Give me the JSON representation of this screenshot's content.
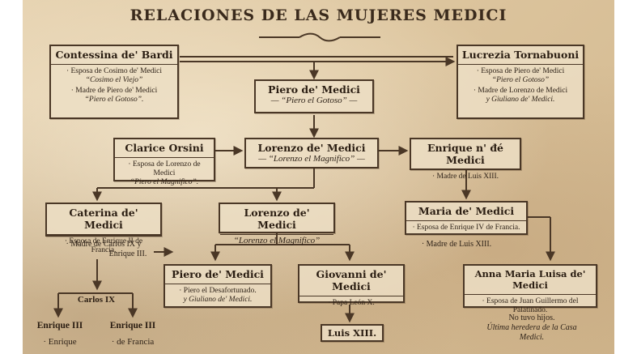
{
  "title": "RELACIONES DE LAS MUJERES MEDICI",
  "boxes": {
    "contessina": {
      "name": "Contessina de' Bardi",
      "l1a": "· Esposa de Cosimo de' Medici",
      "l1b": "“Cosimo el Viejo”",
      "l2a": "· Madre de Piero de' Medici",
      "l2b": "“Piero el Gotoso”."
    },
    "lucrezia": {
      "name": "Lucrezia Tornabuoni",
      "l1a": "· Esposa de Piero de' Medici",
      "l1b": "“Piero el Gotoso”",
      "l2a": "· Madre de Lorenzo de Medici",
      "l2b": "y Giuliano de' Medici."
    },
    "piero_gotoso": {
      "name": "Piero de' Medici",
      "sub": "— “Piero el Gotoso” —"
    },
    "clarice": {
      "name": "Clarice Orsini",
      "l1a": "· Esposa de Lorenzo de Medici",
      "l1b": "“Piero el Magnifico”."
    },
    "lorenzo_top": {
      "name": "Lorenzo de' Medici",
      "sub": "— “Lorenzo el Magnifico” —"
    },
    "enrique": {
      "name": "Enrique n' đé Medici",
      "l1a": "· Madre de Luis XIII."
    },
    "caterina": {
      "name": "Caterina de' Medici",
      "l1a": "· Esposa de Enrique II de Francia."
    },
    "lorenzo_mid": {
      "name": "Lorenzo de' Medici",
      "sub": "“Lorenzo el Magnifico”"
    },
    "maria": {
      "name": "Maria de' Medici",
      "l1a": "· Esposa de Enrique IV de Francia."
    },
    "piero_des": {
      "name": "Piero de' Medici",
      "l1a": "· Piero el Desafortunado.",
      "l1b": "y Giuliano de' Medici."
    },
    "giovanni": {
      "name": "Giovanni de' Medici",
      "l1a": "· Papa León X."
    },
    "luis": {
      "name": "Luis XIII."
    },
    "anna": {
      "name": "Anna Maria Luisa de' Medici",
      "l1a": "· Esposa de Juan Guillermo del",
      "l1b": "Palatinado."
    }
  },
  "texts": {
    "caterina_madre_a": "· Madre de Carlos IX y",
    "caterina_madre_b": "Enrique III.",
    "maria_madre": "· Madre de Luis XIII.",
    "carlos": "Carlos IX",
    "enrique3a_name": "Enrique III",
    "enrique3a_sub": "· Enrique",
    "enrique3b_name": "Enrique III",
    "enrique3b_sub": "· de Francia",
    "anna_a": "No tuvo hijos.",
    "anna_b": "Última heredera de la Casa",
    "anna_c": "Medici."
  },
  "colors": {
    "ink": "#4a3726",
    "paper": "#dcc49d"
  }
}
